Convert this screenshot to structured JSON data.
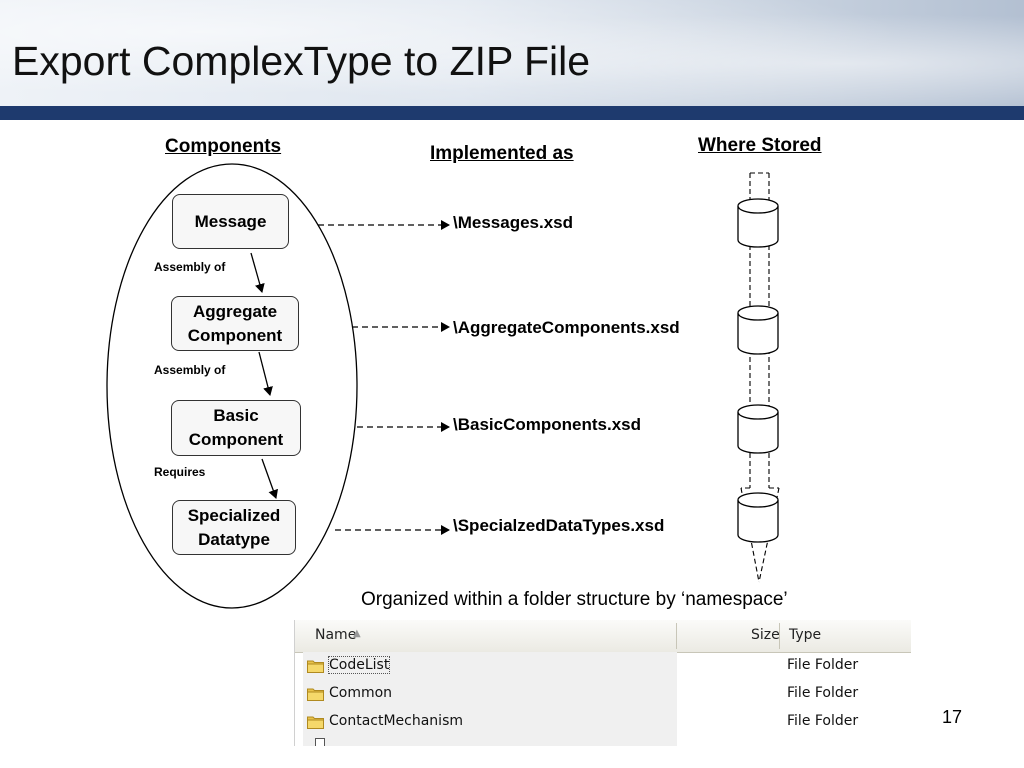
{
  "slide": {
    "title": "Export ComplexType to ZIP File",
    "page_number": "17",
    "colors": {
      "header_rule": "#1e3a6e",
      "cylinder_fill": "#ffffff",
      "folder": "#e8c24a"
    }
  },
  "columns": {
    "components": "Components",
    "implemented_as": "Implemented as",
    "where_stored": "Where Stored"
  },
  "components": [
    {
      "label": "Message"
    },
    {
      "label": "Aggregate Component"
    },
    {
      "label": "Basic Component"
    },
    {
      "label": "Specialized Datatype"
    }
  ],
  "relations": [
    "Assembly of",
    "Assembly of",
    "Requires"
  ],
  "files": [
    "\\Messages.xsd",
    "\\AggregateComponents.xsd",
    "\\BasicComponents.xsd",
    "\\SpecialzedDataTypes.xsd"
  ],
  "caption": "Organized within a folder structure by ‘namespace’",
  "explorer": {
    "headers": {
      "name": "Name",
      "size": "Size",
      "type": "Type"
    },
    "rows": [
      {
        "name": "CodeList",
        "type": "File Folder",
        "icon": "folder-icon"
      },
      {
        "name": "Common",
        "type": "File Folder",
        "icon": "folder-icon"
      },
      {
        "name": "ContactMechanism",
        "type": "File Folder",
        "icon": "folder-icon"
      }
    ]
  }
}
